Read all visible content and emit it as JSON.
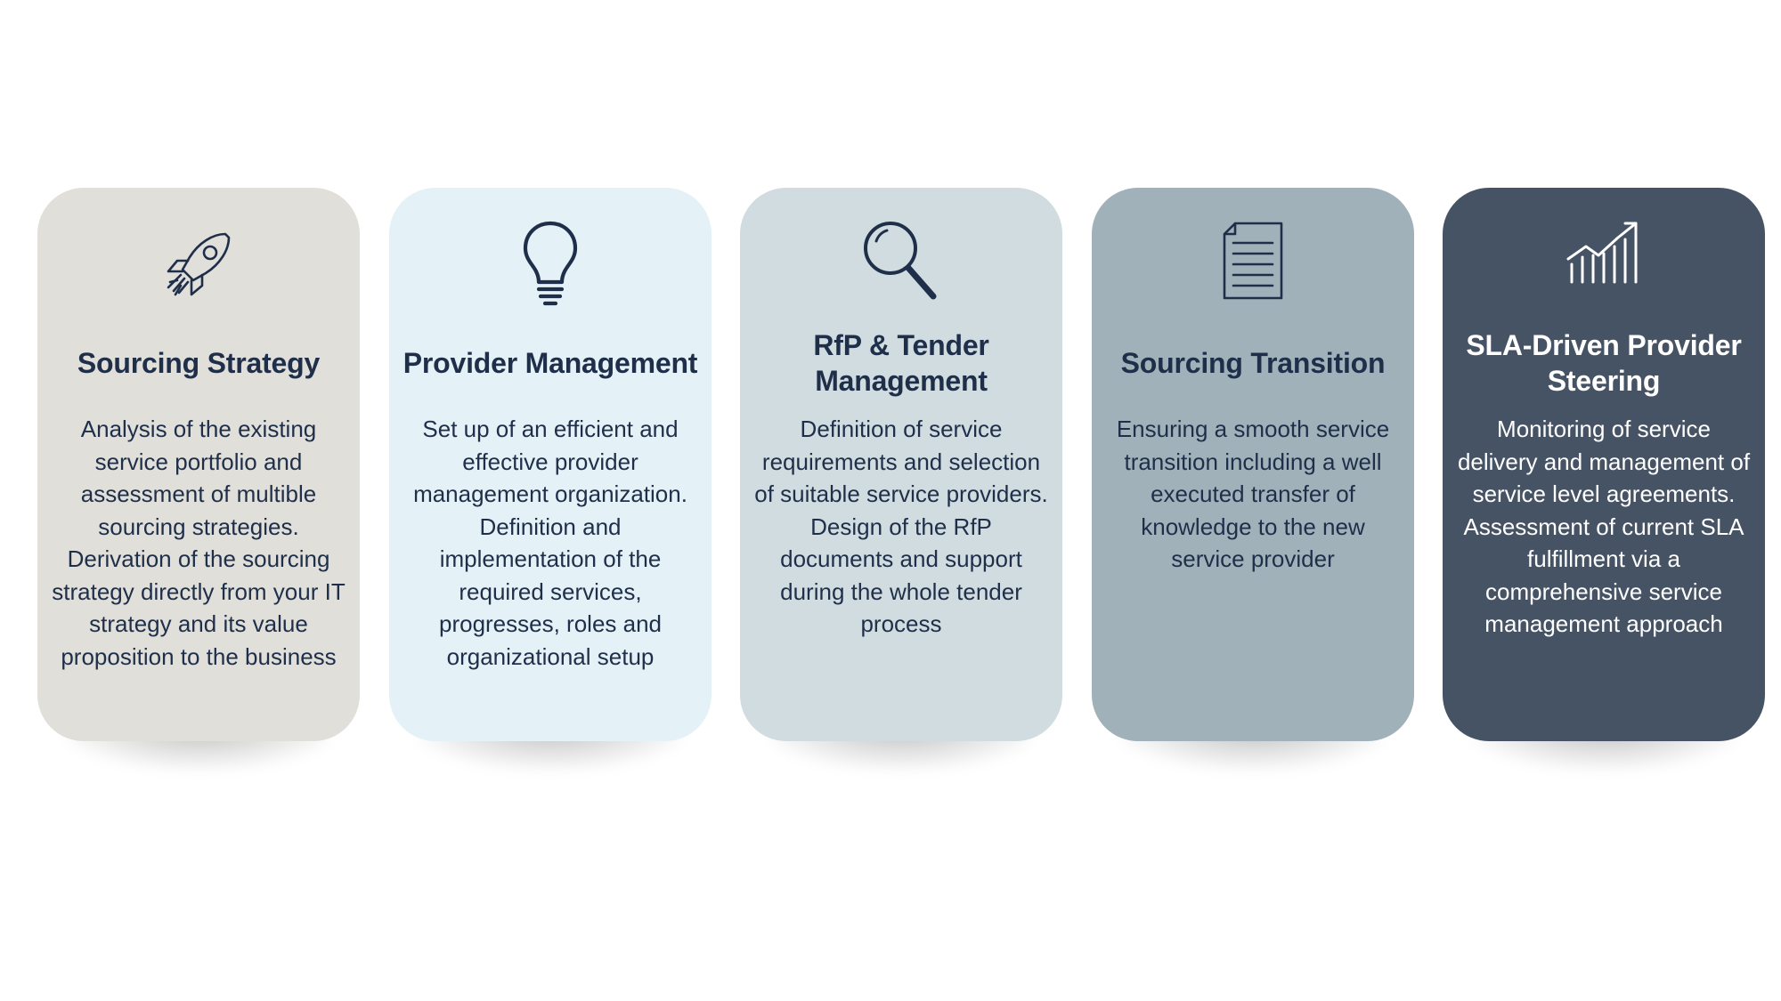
{
  "colors": {
    "card1": "#e0dfd9",
    "card2": "#e4f1f6",
    "card3": "#d0dcdf",
    "card4": "#a0b1b9",
    "card5": "#465365",
    "text_dark": "#1f2f4a",
    "text_light": "#ffffff"
  },
  "cards": [
    {
      "icon": "rocket-icon",
      "title": "Sourcing Strategy",
      "description": "Analysis of the existing service portfolio and assessment of multible sourcing strategies. Derivation of the sourcing strategy directly from your IT strategy and its value proposition to the business"
    },
    {
      "icon": "lightbulb-icon",
      "title": "Provider Management",
      "description": "Set up of an efficient and effective provider management organization. Definition and implementation of the required services, progresses, roles and organizational setup"
    },
    {
      "icon": "magnifier-icon",
      "title": "RfP & Tender Management",
      "description": "Definition of service requirements and selection of suitable service providers. Design of the RfP documents and support during the whole tender process"
    },
    {
      "icon": "document-icon",
      "title": "Sourcing Transition",
      "description": "Ensuring a smooth service transition including a well executed transfer of knowledge to the new service provider"
    },
    {
      "icon": "growth-chart-icon",
      "title": "SLA-Driven Provider Steering",
      "description": "Monitoring of service delivery and management of service level agreements. Assessment of current SLA fulfillment via a comprehensive service management approach"
    }
  ]
}
